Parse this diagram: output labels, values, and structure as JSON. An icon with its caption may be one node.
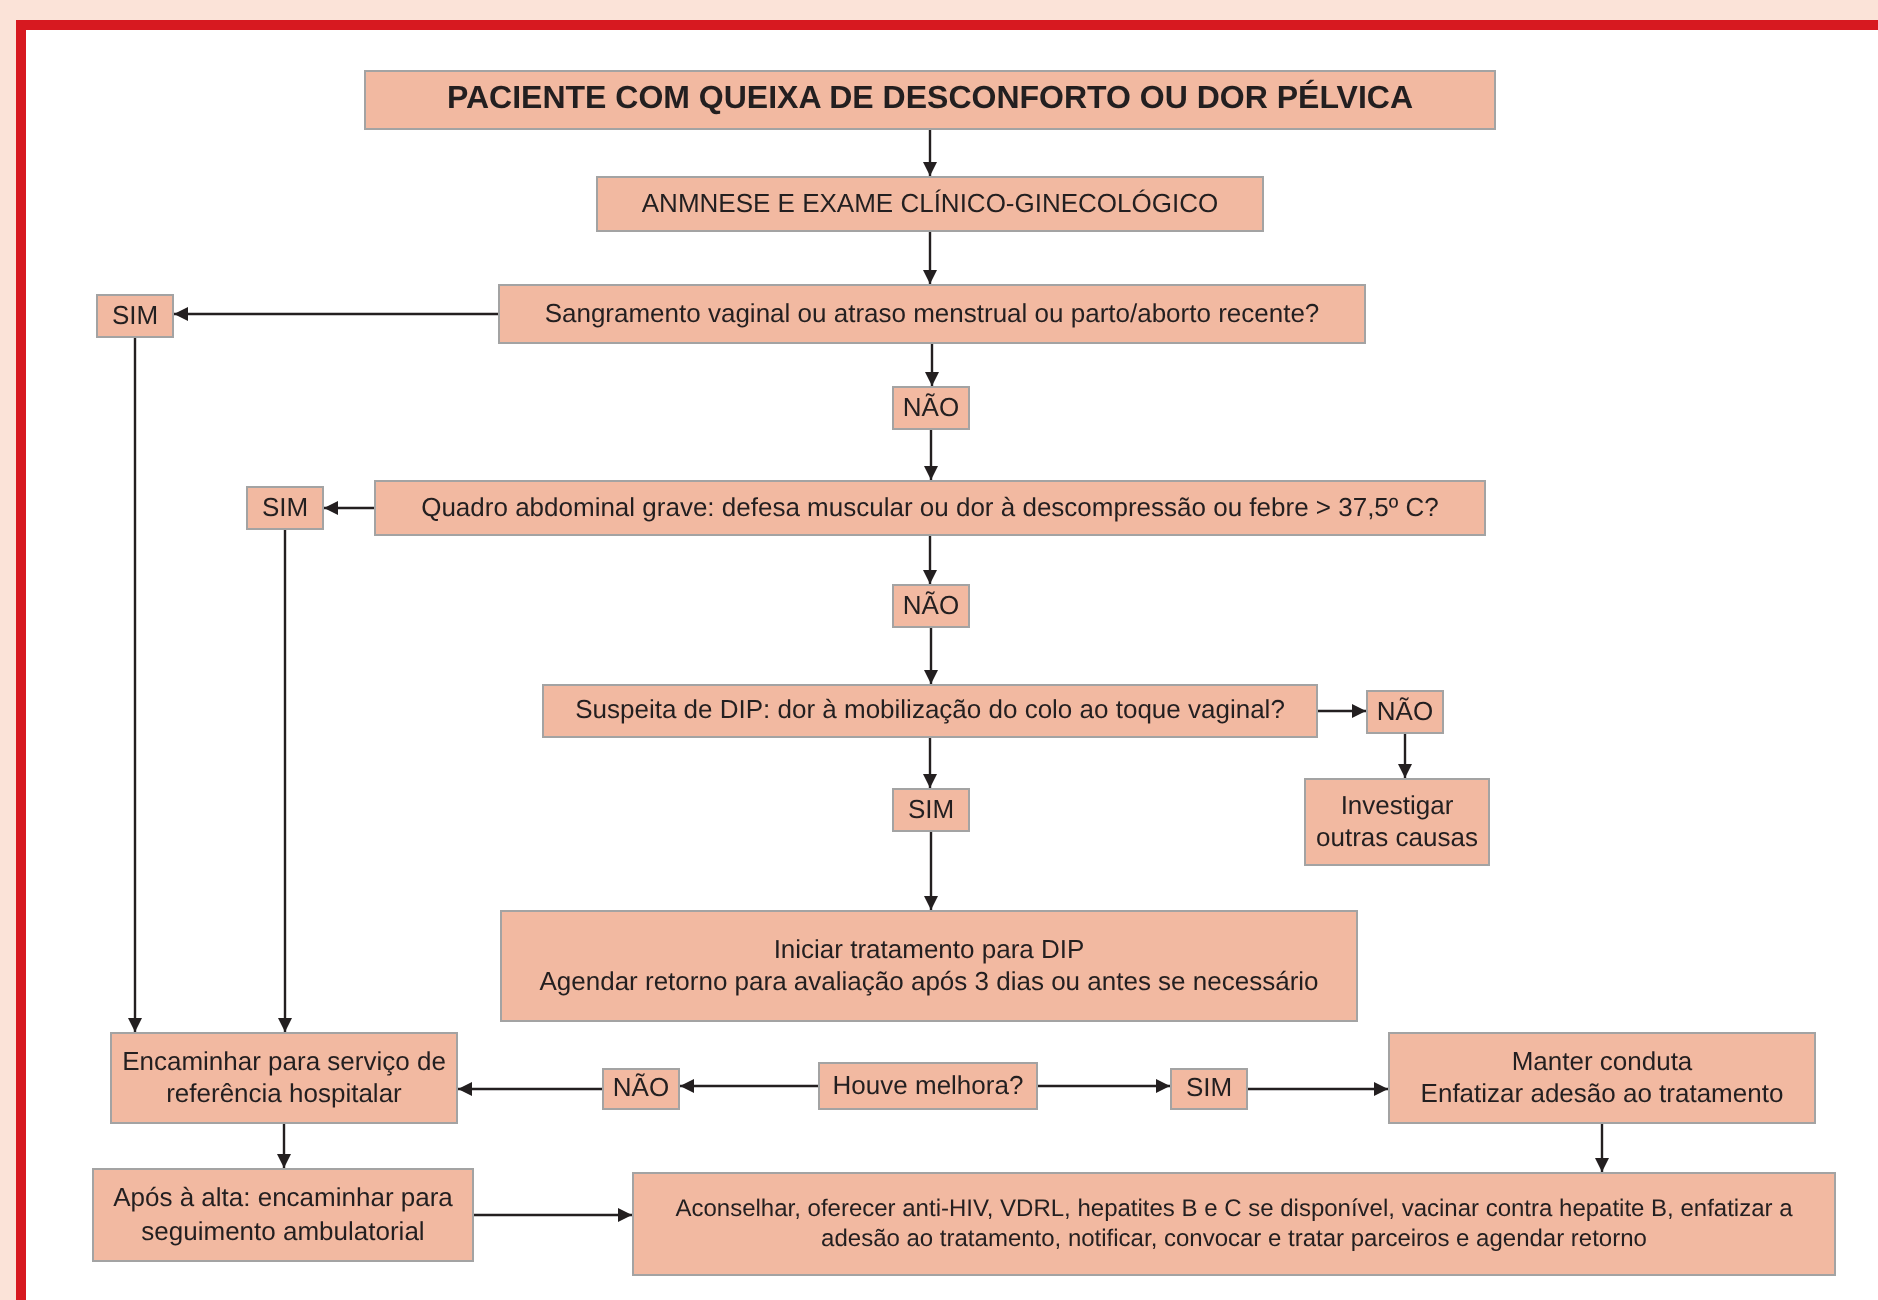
{
  "diagram": {
    "nodes": [
      {
        "text": [
          "PACIENTE COM QUEIXA DE DESCONFORTO OU DOR PÉLVICA"
        ]
      },
      {
        "text": [
          "ANMNESE E EXAME CLÍNICO-GINECOLÓGICO"
        ]
      },
      {
        "text": [
          "Sangramento vaginal ou atraso menstrual ou parto/aborto recente?"
        ]
      },
      {
        "text": [
          "SIM"
        ]
      },
      {
        "text": [
          "NÃO"
        ]
      },
      {
        "text": [
          "Quadro abdominal grave: defesa muscular ou dor à descompressão ou febre > 37,5º C?"
        ]
      },
      {
        "text": [
          "SIM"
        ]
      },
      {
        "text": [
          "NÃO"
        ]
      },
      {
        "text": [
          "Suspeita de DIP: dor à mobilização do colo ao toque vaginal?"
        ]
      },
      {
        "text": [
          "NÃO"
        ]
      },
      {
        "text": [
          "SIM"
        ]
      },
      {
        "text": [
          "Investigar outras causas"
        ]
      },
      {
        "text": [
          "Iniciar tratamento para DIP",
          "Agendar retorno para avaliação após 3 dias ou antes se necessário"
        ]
      },
      {
        "text": [
          "Encaminhar para serviço de referência hospitalar"
        ]
      },
      {
        "text": [
          "NÃO"
        ]
      },
      {
        "text": [
          "Houve melhora?"
        ]
      },
      {
        "text": [
          "SIM"
        ]
      },
      {
        "text": [
          "Manter conduta",
          "Enfatizar adesão ao tratamento"
        ]
      },
      {
        "text": [
          "Após à alta: encaminhar para seguimento ambulatorial"
        ]
      },
      {
        "text": [
          "Aconselhar, oferecer anti-HIV, VDRL, hepatites B e C se disponível, vacinar contra hepatite B, enfatizar a adesão ao tratamento, notificar, convocar e tratar parceiros e agendar retorno"
        ]
      }
    ],
    "edges": [
      {
        "from": 0,
        "to": 1,
        "arrow": "to"
      },
      {
        "from": 1,
        "to": 2,
        "arrow": "to"
      },
      {
        "from": 2,
        "to": 3,
        "arrow": "to"
      },
      {
        "from": 2,
        "to": 4,
        "arrow": "to"
      },
      {
        "from": 4,
        "to": 5,
        "arrow": "to"
      },
      {
        "from": 5,
        "to": 6,
        "arrow": "to"
      },
      {
        "from": 5,
        "to": 7,
        "arrow": "to"
      },
      {
        "from": 7,
        "to": 8,
        "arrow": "to"
      },
      {
        "from": 8,
        "to": 9,
        "arrow": "to"
      },
      {
        "from": 9,
        "to": 11,
        "arrow": "to"
      },
      {
        "from": 8,
        "to": 10,
        "arrow": "to"
      },
      {
        "from": 10,
        "to": 12,
        "arrow": "to"
      },
      {
        "from": 3,
        "to": 13,
        "arrow": "to"
      },
      {
        "from": 6,
        "to": 13,
        "arrow": "to"
      },
      {
        "from": 15,
        "to": 14,
        "arrow": "to"
      },
      {
        "from": 14,
        "to": 13,
        "arrow": "to"
      },
      {
        "from": 15,
        "to": 16,
        "arrow": "to"
      },
      {
        "from": 16,
        "to": 17,
        "arrow": "to"
      },
      {
        "from": 13,
        "to": 18,
        "arrow": "to"
      },
      {
        "from": 18,
        "to": 19,
        "arrow": "to"
      },
      {
        "from": 17,
        "to": 19,
        "arrow": "to"
      }
    ]
  }
}
